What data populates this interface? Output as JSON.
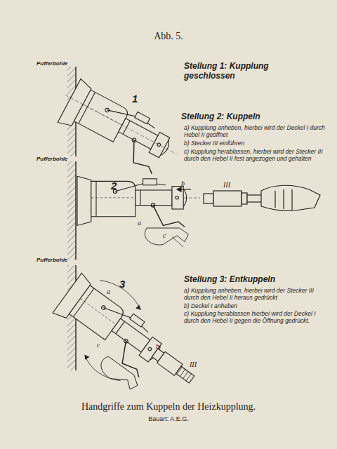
{
  "diagram": {
    "title": "Abb. 5.",
    "caption": "Handgriffe zum Kuppeln der Heizkupplung.",
    "labels": [
      "Pufferbohle",
      "1",
      "Stellung 1: Kupplung geschlossen",
      "Stellung 2: Kuppeln",
      "a) Kupplung anheben, hierbei wird der Deckel I durch Hebel II geöffnet",
      "b) Stecker III einführen",
      "c) Kupplung herablassen, hierbei wird der Stecker III durch den Hebel II fest angezogen und gehalten",
      "Pufferbohle",
      "2",
      "III",
      "b",
      "a",
      "c",
      "Pufferbohle",
      "3",
      "Stellung 3: Entkuppeln",
      "a) Kupplung anheben, hierbei wird der Stecker III durch den Hebel II heraus gedrückt",
      "b) Deckel I anheben",
      "c) Kupplung herablassen hierbei wird der Deckel I durch den Hebel II gegen die Öffnung gedrückt.",
      "a",
      "c",
      "b",
      "III",
      "Bauart: A.E.G."
    ]
  }
}
